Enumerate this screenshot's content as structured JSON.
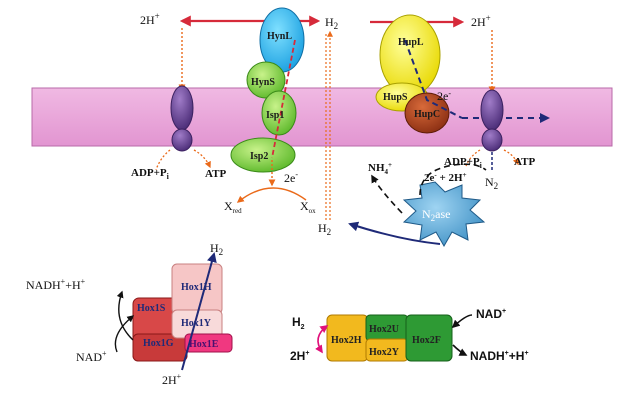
{
  "membrane": {
    "color": "#e9a3d8"
  },
  "left_atpase": {
    "adp": "ADP+P",
    "adp_sub": "i",
    "atp": "ATP",
    "proton": "2H",
    "proton_sup": "+"
  },
  "right_atpase": {
    "adp": "ADP+P",
    "adp_sub": "i",
    "atp": "ATP"
  },
  "uptake_hydrogenase": {
    "subunits": [
      "HynL",
      "HynS",
      "Isp1",
      "Isp2"
    ],
    "h2": "H",
    "h2_sub": "2",
    "electrons": "2e",
    "electrons_sup": "-",
    "xred": "X",
    "xred_sub": "red",
    "xox": "X",
    "xox_sub": "ox",
    "h2_bottom": "H",
    "h2_bottom_sub": "2"
  },
  "hup_hydrogenase": {
    "subunits": [
      "HupL",
      "HupS",
      "HupC"
    ],
    "proton": "2H",
    "proton_sup": "+",
    "electrons": "2e",
    "electrons_sup": "-"
  },
  "nitrogenase": {
    "label": "N",
    "label_sub": "2",
    "label_rest": "ase",
    "nh4": "NH",
    "nh4_sub": "4",
    "nh4_sup": "+",
    "n2": "N",
    "n2_sub": "2",
    "electrons": "2e",
    "electrons_sup": "-",
    "plus": " + 2H",
    "plus_sup": "+"
  },
  "hox1": {
    "subunits": [
      "Hox1H",
      "Hox1Y",
      "Hox1S",
      "Hox1G",
      "Hox1E"
    ],
    "nadh": "NADH",
    "nadh_sup": "+",
    "nadh_rest": "+H",
    "nadh_rest_sup": "+",
    "nad": "NAD",
    "nad_sup": "+",
    "h2": "H",
    "h2_sub": "2",
    "proton": "2H",
    "proton_sup": "+"
  },
  "hox2": {
    "subunits": [
      "Hox2H",
      "Hox2U",
      "Hox2Y",
      "Hox2F"
    ],
    "h2": "H",
    "h2_sub": "2",
    "proton": "2H",
    "proton_sup": "+",
    "nad": "NAD",
    "nad_sup": "+",
    "nadh": "NADH",
    "nadh_sup": "+",
    "nadh_rest": "+H",
    "nadh_rest_sup": "+"
  }
}
